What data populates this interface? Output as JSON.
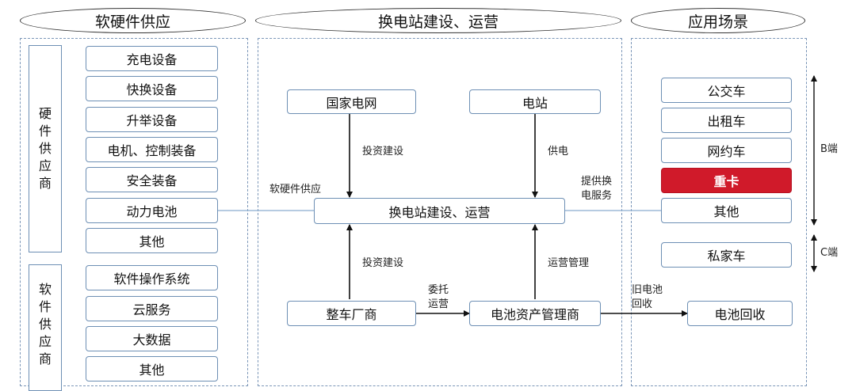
{
  "headers": {
    "left": "软硬件供应",
    "middle": "换电站建设、运营",
    "right": "应用场景"
  },
  "hardware_group_label": "硬件供应商",
  "software_group_label": "软件供应商",
  "hardware_items": [
    "充电设备",
    "快换设备",
    "升举设备",
    "电机、控制装备",
    "安全装备",
    "动力电池",
    "其他"
  ],
  "software_items": [
    "软件操作系统",
    "云服务",
    "大数据",
    "其他"
  ],
  "middle_nodes": {
    "state_grid": "国家电网",
    "power_station": "电站",
    "station_ops": "换电站建设、运营",
    "oem": "整车厂商",
    "battery_asset_manager": "电池资产管理商"
  },
  "edge_labels": {
    "invest_build_top": "投资建设",
    "power_supply": "供电",
    "hw_sw_supply": "软硬件供应",
    "provide_swap_service": "提供换电服务",
    "invest_build_bottom": "投资建设",
    "ops_management": "运营管理",
    "entrust_ops": "委托运营",
    "old_battery_recycle": "旧电池回收"
  },
  "scenes_b": [
    "公交车",
    "出租车",
    "网约车",
    "重卡",
    "其他"
  ],
  "scene_c": "私家车",
  "battery_recycle": "电池回收",
  "b_end_label": "B端",
  "c_end_label": "C端",
  "colors": {
    "box_border": "#6d8fb4",
    "highlight": "#d01a2a",
    "panel_border": "#7b96b8"
  }
}
